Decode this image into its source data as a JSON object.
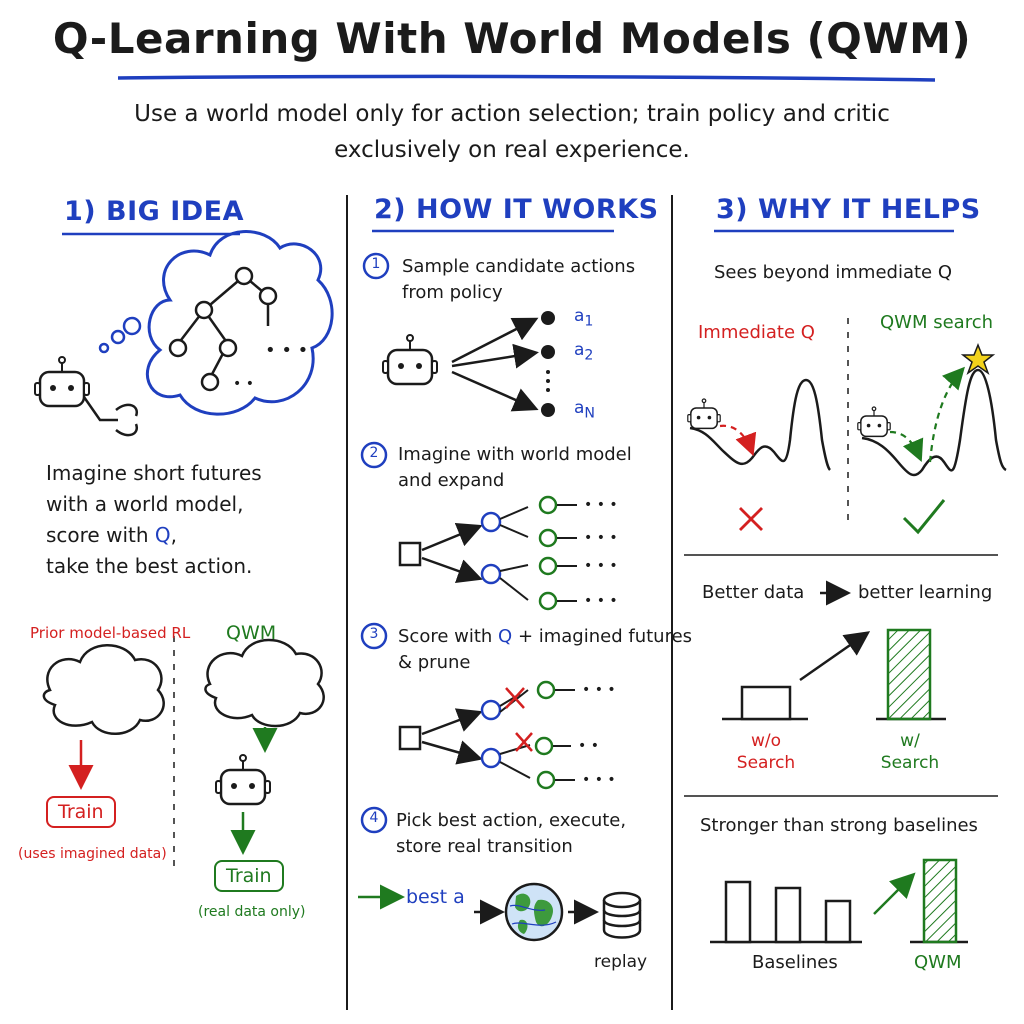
{
  "header": {
    "title": "Q-Learning With World Models (QWM)",
    "subtitle_line1": "Use a world model only for action selection; train policy and critic",
    "subtitle_line2": "exclusively on real experience."
  },
  "big_idea": {
    "heading": "1) BIG IDEA",
    "line1": "Imagine short futures",
    "line2": "with a world model,",
    "line3_pre": "score with ",
    "line3_q": "Q",
    "line3_post": ",",
    "line4": "take the best action.",
    "prior_label": "Prior model-based RL",
    "prior_train": "Train",
    "prior_note": "(uses imagined data)",
    "qwm_label": "QWM",
    "qwm_train": "Train",
    "qwm_note": "(real data only)"
  },
  "how_it_works": {
    "heading": "2) HOW IT WORKS",
    "step1_num": "1",
    "step1_line1": "Sample candidate actions",
    "step1_line2": "from policy",
    "action_a1": "a1",
    "action_a2": "a2",
    "action_an": "aN",
    "step2_num": "2",
    "step2_line1": "Imagine with world model",
    "step2_line2": "and expand",
    "step3_num": "3",
    "step3_line1_pre": "Score with ",
    "step3_line1_q": "Q",
    "step3_line1_post": " + imagined futures",
    "step3_line2": "& prune",
    "step4_num": "4",
    "step4_line1": "Pick best action, execute,",
    "step4_line2": "store real transition",
    "best_a": "best a",
    "replay": "replay"
  },
  "why_it_helps": {
    "heading": "3) WHY IT HELPS",
    "sees_beyond": "Sees beyond immediate Q",
    "immediate_q": "Immediate Q",
    "qwm_search": "QWM search",
    "better_data": "Better data",
    "better_learning": "better learning",
    "wo_line1": "w/o",
    "wo_line2": "Search",
    "w_line1": "w/",
    "w_line2": "Search",
    "stronger": "Stronger than strong baselines",
    "baselines": "Baselines",
    "qwm": "QWM"
  },
  "colors": {
    "ink": "#1b1b1b",
    "blue": "#1f3fbf",
    "red": "#d42020",
    "green": "#1f7a1f",
    "star": "#f2d21b"
  },
  "icons": [
    "robot-icon",
    "thought-cloud-icon",
    "search-tree-icon",
    "globe-icon",
    "database-icon",
    "cross-icon",
    "check-icon",
    "star-icon"
  ]
}
